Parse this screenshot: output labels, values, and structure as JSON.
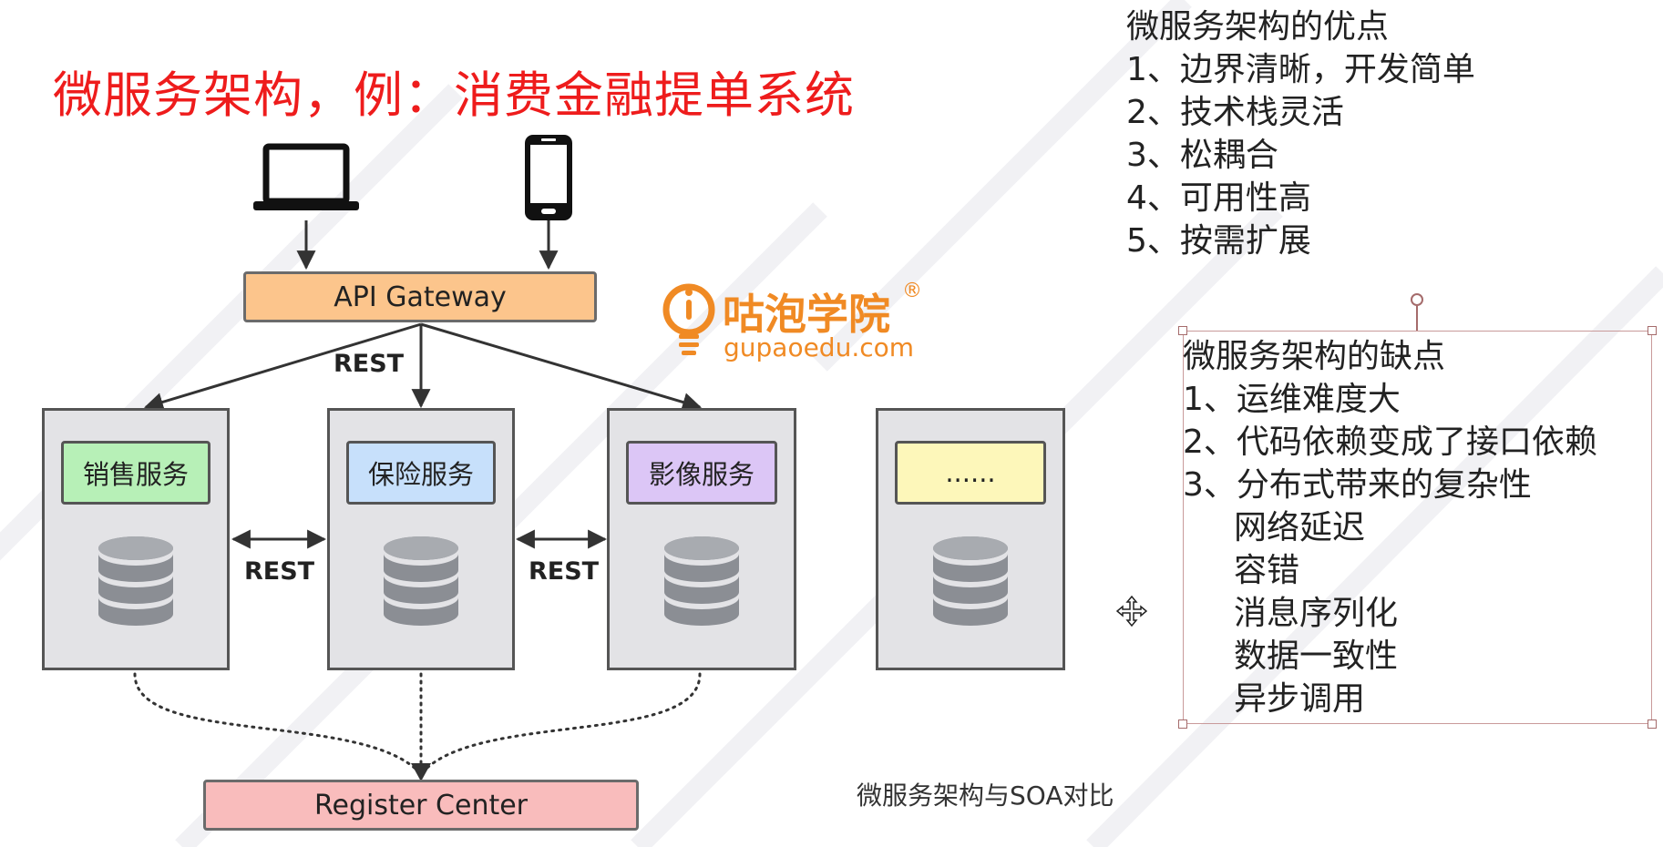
{
  "slide": {
    "title": "微服务架构，例：消费金融提单系统",
    "caption": "微服务架构与SOA对比"
  },
  "diagram": {
    "gateway_label": "API Gateway",
    "register_label": "Register Center",
    "rest_label": "REST",
    "services": [
      {
        "label": "销售服务",
        "color": "#b7f0b7"
      },
      {
        "label": "保险服务",
        "color": "#c7e0fb"
      },
      {
        "label": "影像服务",
        "color": "#dcc6f6"
      },
      {
        "label": "......",
        "color": "#fdf7ba"
      }
    ],
    "clients": [
      "laptop-icon",
      "phone-icon"
    ]
  },
  "logo": {
    "brand": "咕泡学院",
    "reg_mark": "®",
    "domain": "gupaoedu.com",
    "color": "#f08a24"
  },
  "advantages": {
    "heading": "微服务架构的优点",
    "items": [
      "1、边界清晰，开发简单",
      "2、技术栈灵活",
      "3、松耦合",
      "4、可用性高",
      "5、按需扩展"
    ]
  },
  "disadvantages": {
    "heading": "微服务架构的缺点",
    "items": [
      "1、运维难度大",
      "2、代码依赖变成了接口依赖",
      "3、分布式带来的复杂性"
    ],
    "sub_items": [
      "网络延迟",
      "容错",
      "消息序列化",
      "数据一致性",
      "异步调用"
    ]
  },
  "colors": {
    "title": "#ee1c1c",
    "gateway": "#fcc58c",
    "register": "#f9bcbc",
    "service_bg": "#e3e3e6"
  }
}
